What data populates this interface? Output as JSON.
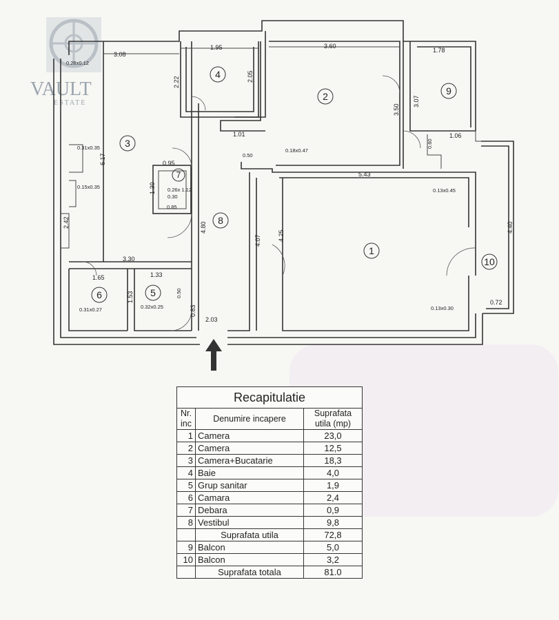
{
  "logo": {
    "name": "VAULT",
    "sub": "ESTATE"
  },
  "plan": {
    "rooms": [
      "1",
      "2",
      "3",
      "4",
      "5",
      "6",
      "7",
      "8",
      "9",
      "10"
    ],
    "dimensions": {
      "d_308": "3.08",
      "d_195": "1.95",
      "d_360": "3.60",
      "d_178": "1.78",
      "d_222": "2.22",
      "d_205": "2.05",
      "d_350": "3.50",
      "d_307": "3.07",
      "d_101": "1.01",
      "d_106": "1.06",
      "d_050": "0.50",
      "d_018x047": "0.18x0.47",
      "d_031x035": "0.31x0.35",
      "d_095": "0.95",
      "d_543": "5.43",
      "d_060": "0.60",
      "d_617": "6.17",
      "d_015x035": "0.15x0.35",
      "d_130": "1.30",
      "d_026x112": "0.26x 1.12",
      "d_030": "0.30",
      "d_085": "0.85",
      "d_013x045": "0.13x0.45",
      "d_480": "4.80",
      "d_407": "4.07",
      "d_425": "4.25",
      "d_440": "4.40",
      "d_242": "2.42",
      "d_330": "3.30",
      "d_165": "1.65",
      "d_133": "1.33",
      "d_153": "1.53",
      "d_050b": "0.50",
      "d_031x027": "0.31x0.27",
      "d_032x025": "0.32x0.25",
      "d_083": "0.83",
      "d_203": "2.03",
      "d_013x030": "0.13x0.30",
      "d_072": "0.72",
      "d_028x012": "0.28x0.12"
    }
  },
  "recap": {
    "title": "Recapitulatie",
    "col_nr": "Nr. inc",
    "col_name": "Denumire incapere",
    "col_area": "Suprafata utila (mp)",
    "rows": [
      {
        "nr": "1",
        "name": "Camera",
        "area": "23,0"
      },
      {
        "nr": "2",
        "name": "Camera",
        "area": "12,5"
      },
      {
        "nr": "3",
        "name": "Camera+Bucatarie",
        "area": "18,3"
      },
      {
        "nr": "4",
        "name": "Baie",
        "area": "4,0"
      },
      {
        "nr": "5",
        "name": "Grup sanitar",
        "area": "1,9"
      },
      {
        "nr": "6",
        "name": "Camara",
        "area": "2,4"
      },
      {
        "nr": "7",
        "name": "Debara",
        "area": "0,9"
      },
      {
        "nr": "8",
        "name": "Vestibul",
        "area": "9,8"
      }
    ],
    "subtotal_label": "Suprafata utila",
    "subtotal_value": "72,8",
    "balcony_rows": [
      {
        "nr": "9",
        "name": "Balcon",
        "area": "5,0"
      },
      {
        "nr": "10",
        "name": "Balcon",
        "area": "3,2"
      }
    ],
    "total_label": "Suprafata totala",
    "total_value": "81.0"
  },
  "colors": {
    "wall": "#333333",
    "logo": "#9aa4ad",
    "paper": "#f7f7f4"
  }
}
